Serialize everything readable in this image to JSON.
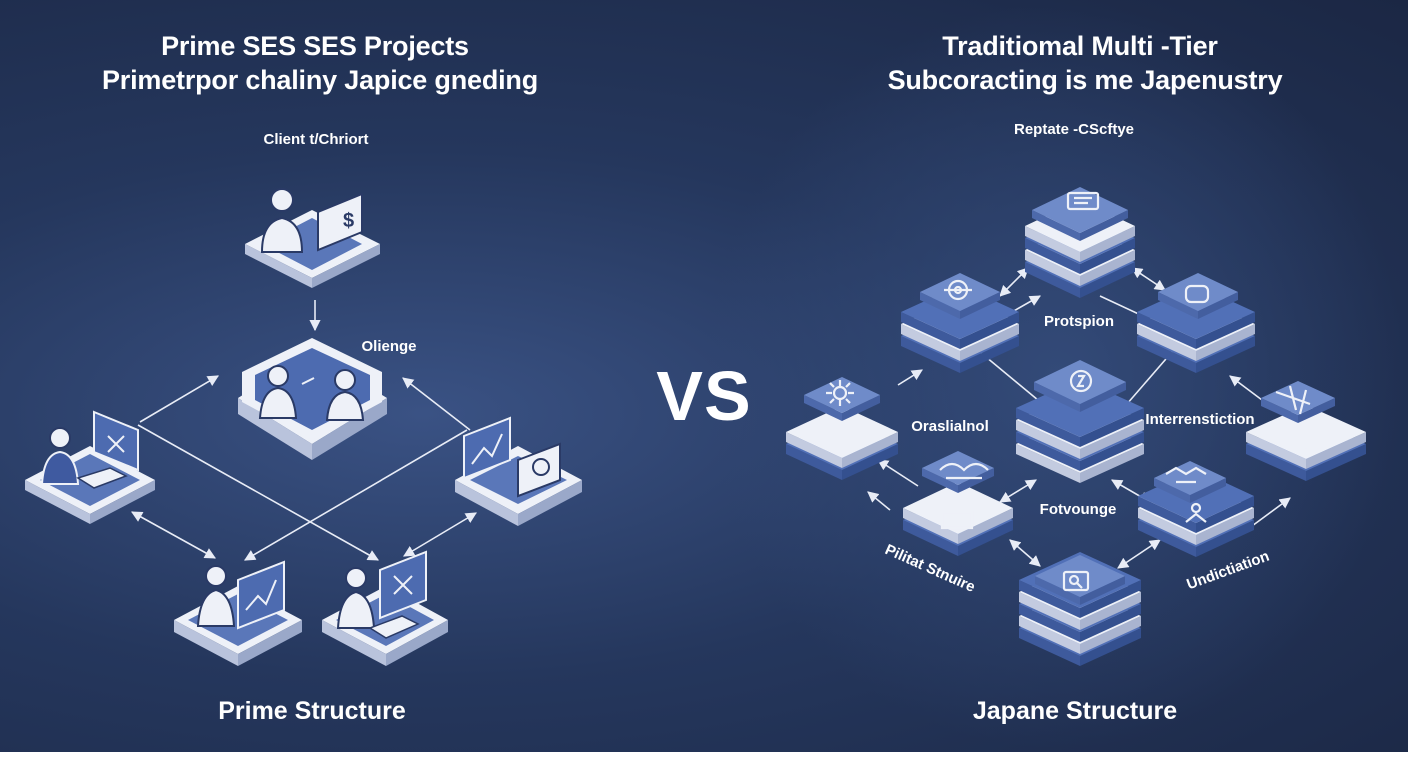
{
  "left": {
    "title_line1": "Prime SES SES Projects",
    "title_line2": "Primetrpor chaliny Japice gneding",
    "label_client": "Client t/Chriort",
    "label_center": "Olienge",
    "footer": "Prime Structure",
    "nodes": [
      {
        "name": "client-node",
        "icon": "person-with-document-icon"
      },
      {
        "name": "center-node",
        "icon": "two-people-meeting-icon"
      },
      {
        "name": "left-node",
        "icon": "person-at-computer-icon"
      },
      {
        "name": "right-node",
        "icon": "monitor-chart-icon"
      },
      {
        "name": "bottom-left-node",
        "icon": "person-with-chart-icon"
      },
      {
        "name": "bottom-right-node",
        "icon": "person-at-computer-icon"
      }
    ]
  },
  "vs_label": "VS",
  "right": {
    "title_line1": "Traditiomal Multi -Tier",
    "title_line2": "Subcoracting is me Japenustry",
    "label_top": "Reptate -CScftye",
    "label_protspion": "Protspion",
    "label_orasliainol": "Oraslialnol",
    "label_interrenstion": "Interrenstiction",
    "label_fotvounge": "Fotvounge",
    "label_pilitat": "Pilitat Stnuire",
    "label_undictiation": "Undictiation",
    "footer": "Japane  Structure"
  },
  "colors": {
    "background": "#24365b",
    "tile_blue": "#5170b7",
    "tile_white": "#eef1f8",
    "text": "#ffffff"
  }
}
